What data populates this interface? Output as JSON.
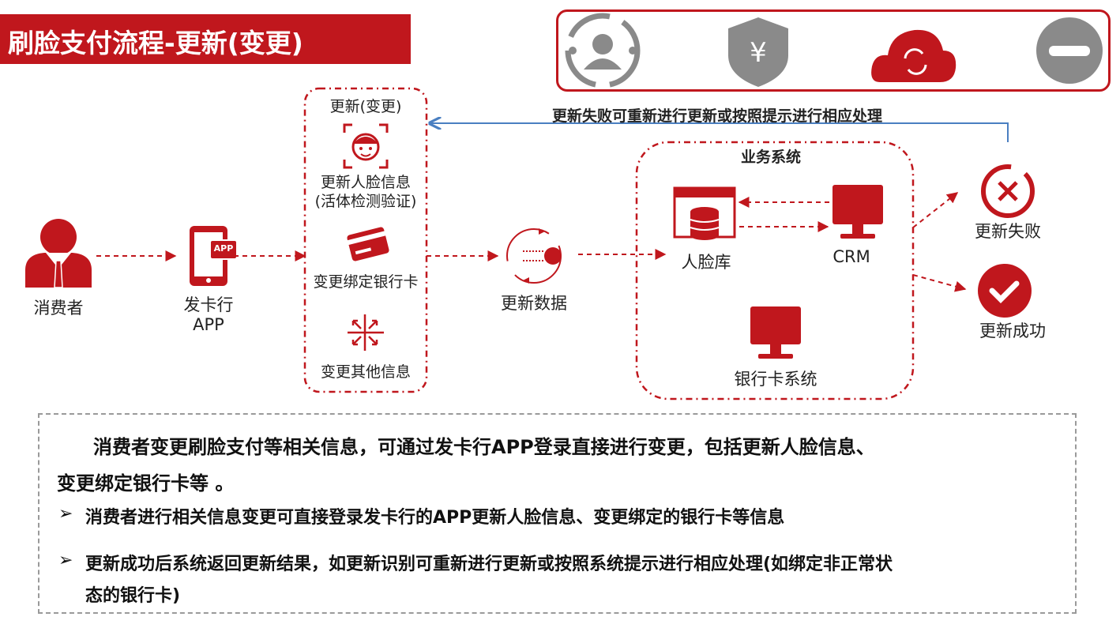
{
  "title": "刷脸支付流程-更新(变更)",
  "colors": {
    "brand_red": "#c0171d",
    "icon_gray": "#8a8a8a",
    "arrow_blue": "#4a7fc1"
  },
  "header_icons": [
    "user-circle-icon",
    "yen-shield-icon",
    "cloud-sync-icon",
    "minus-circle-icon"
  ],
  "nodes": {
    "consumer": "消费者",
    "bank_app_line1": "发卡行",
    "bank_app_line2": "APP",
    "app_badge": "APP",
    "update_group_title": "更新(变更)",
    "update_face_line1": "更新人脸信息",
    "update_face_line2": "(活体检测验证)",
    "change_card": "变更绑定银行卡",
    "change_other": "变更其他信息",
    "update_data": "更新数据",
    "biz_system": "业务系统",
    "face_db": "人脸库",
    "crm": "CRM",
    "card_system": "银行卡系统",
    "update_fail": "更新失败",
    "update_success": "更新成功",
    "retry_note": "更新失败可重新进行更新或按照提示进行相应处理"
  },
  "description": {
    "para_line1": "消费者变更刷脸支付等相关信息，可通过发卡行APP登录直接进行变更，包括更新人脸信息、",
    "para_line2": "变更绑定银行卡等 。",
    "bullet_marker": "➢",
    "bullet1": "消费者进行相关信息变更可直接登录发卡行的APP更新人脸信息、变更绑定的银行卡等信息",
    "bullet2_line1": "更新成功后系统返回更新结果，如更新识别可重新进行更新或按照系统提示进行相应处理(如绑定非正常状",
    "bullet2_line2": "态的银行卡)"
  }
}
